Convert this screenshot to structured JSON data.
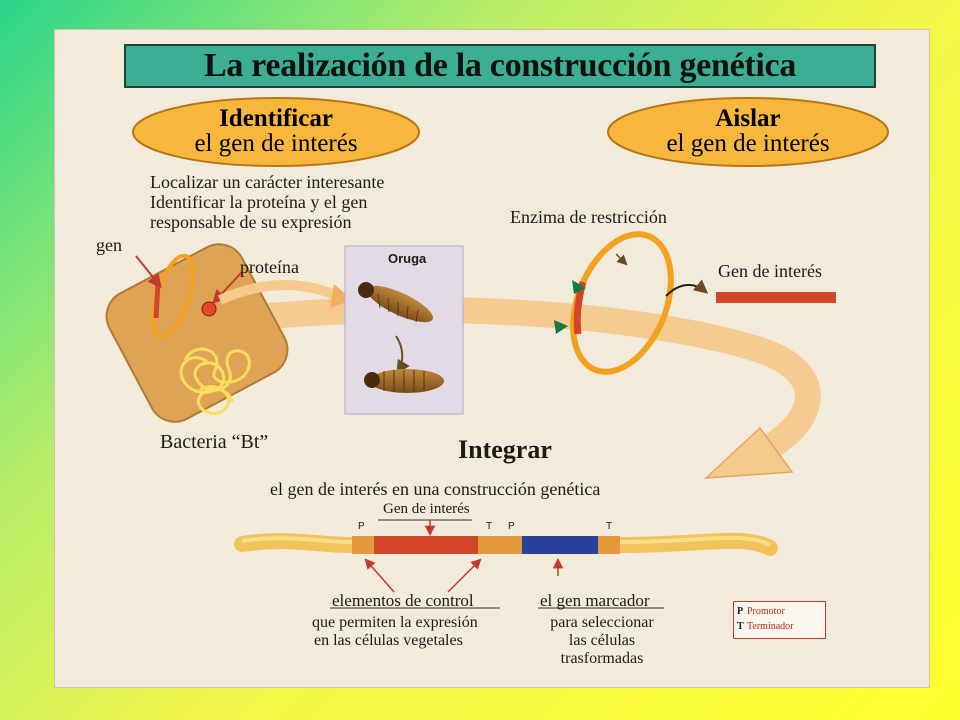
{
  "title": "La realización de la construcción genética",
  "identify": {
    "bold": "Identificar",
    "rest": "el gen de interés"
  },
  "isolate": {
    "bold": "Aislar",
    "rest": "el gen de interés"
  },
  "identify_steps": [
    "Localizar un carácter interesante",
    "Identificar la proteína y el gen",
    "responsable de su expresión"
  ],
  "labels": {
    "gen": "gen",
    "proteina": "proteína",
    "oruga": "Oruga",
    "bacteria": "Bacteria “Bt”",
    "enzyme": "Enzima de restricción",
    "gene_of_interest": "Gen de interés"
  },
  "integrate": {
    "heading": "Integrar",
    "subtitle": "el gen de interés en una construcción genética",
    "gene_label": "Gen de interés",
    "control_title": "elementos de control",
    "control_desc": [
      "que permiten la expresión",
      "en las células vegetales"
    ],
    "marker_title": "el gen marcador",
    "marker_desc": [
      "para seleccionar",
      "las células",
      "trasformadas"
    ],
    "markers": [
      "P",
      "T",
      "P",
      "T"
    ]
  },
  "legend": {
    "items": [
      {
        "key": "P",
        "label": "Promotor"
      },
      {
        "key": "T",
        "label": "Terminador"
      }
    ]
  },
  "colors": {
    "title_bg": "#3cae93",
    "oval": "#f7b73c",
    "ring": "#f2a21c",
    "gene_red": "#d2452a",
    "marker_blue": "#2b3f9c",
    "bacteria": "#dfa356",
    "arrow": "#f6c98d"
  }
}
